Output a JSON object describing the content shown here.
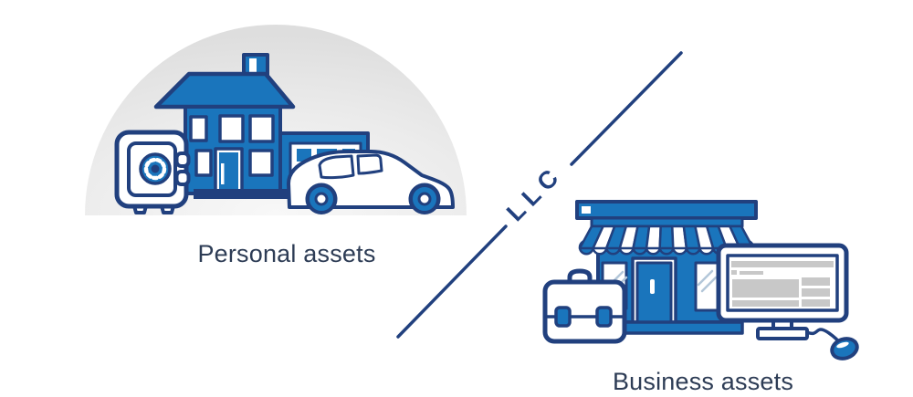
{
  "page": {
    "background": "#ffffff"
  },
  "colors": {
    "fill_blue": "#1a75bc",
    "outline_navy": "#21407e",
    "label_text": "#2d3c55",
    "screen_gray": "#c8c8c8",
    "window_streak": "#b3c7d9",
    "dome_gray": "#dedede"
  },
  "scene": {
    "left": {
      "label": "Personal assets",
      "icons": [
        "safe-icon",
        "house-icon",
        "garage-icon",
        "car-icon"
      ]
    },
    "divider": {
      "label": "LLC"
    },
    "right": {
      "label": "Business assets",
      "icons": [
        "briefcase-icon",
        "storefront-icon",
        "monitor-icon",
        "mouse-icon"
      ]
    }
  }
}
